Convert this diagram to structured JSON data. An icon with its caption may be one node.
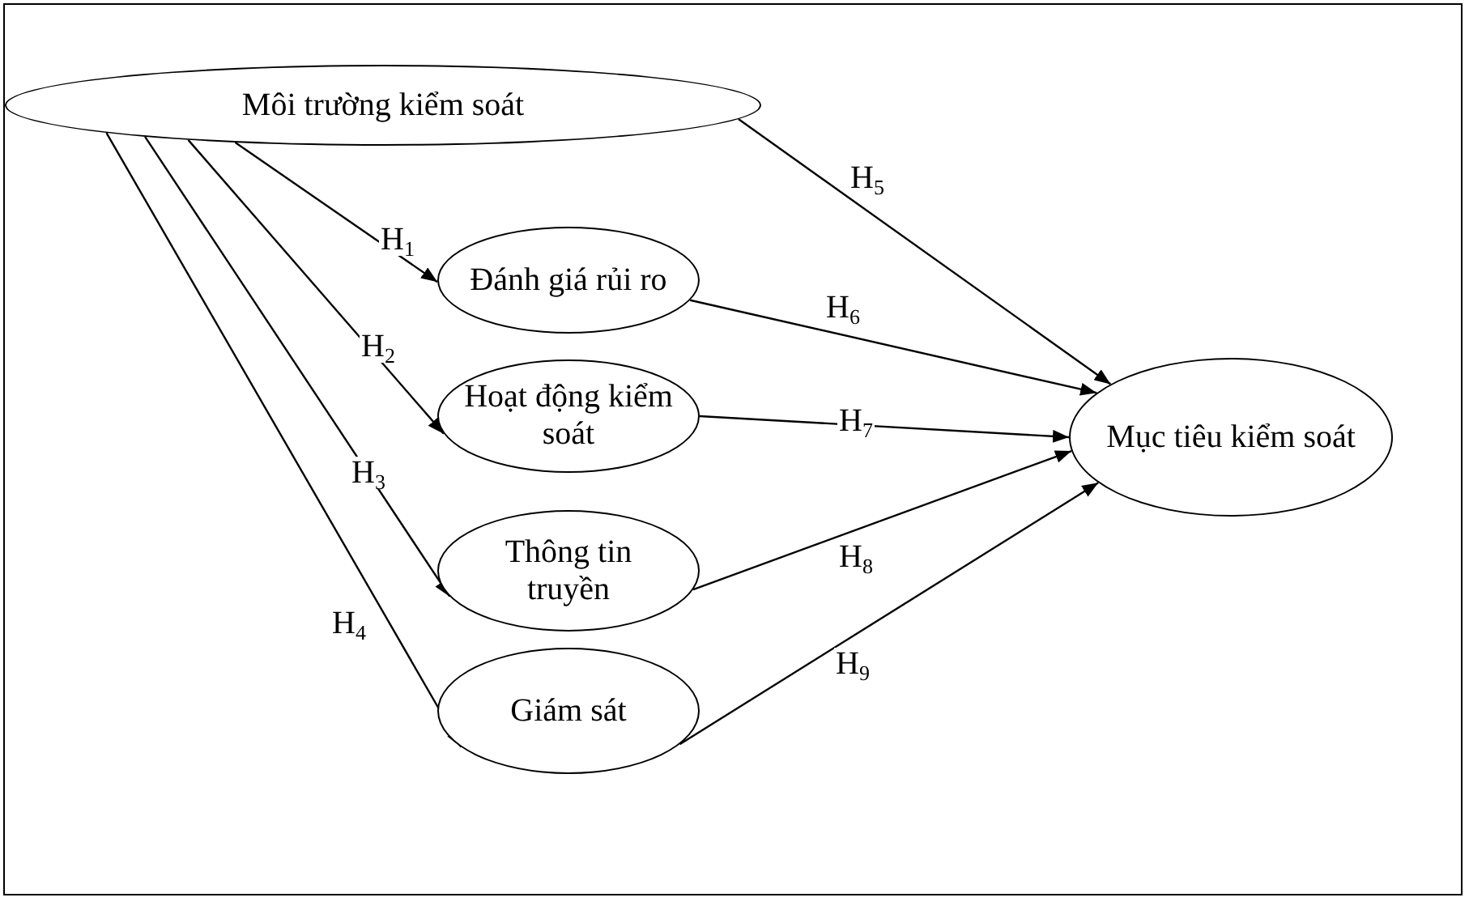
{
  "diagram": {
    "nodes": [
      {
        "text": [
          "Môi trường kiểm soát"
        ]
      },
      {
        "text": [
          "Đánh giá rủi ro"
        ]
      },
      {
        "text": [
          "Hoạt động kiểm soát"
        ]
      },
      {
        "text": [
          "Thông tin truyền"
        ]
      },
      {
        "text": [
          "Giám sát"
        ]
      },
      {
        "text": [
          "Mục tiêu kiểm soát"
        ]
      }
    ],
    "edges": [
      {
        "from": 0,
        "to": 1,
        "arrow": "to",
        "label": "H$_{1}$"
      },
      {
        "from": 0,
        "to": 2,
        "arrow": "to",
        "label": "H$_{2}$"
      },
      {
        "from": 0,
        "to": 3,
        "arrow": "to",
        "label": "H$_{3}$"
      },
      {
        "from": 0,
        "to": 4,
        "arrow": "to",
        "label": "H$_{4}$"
      },
      {
        "from": 0,
        "to": 5,
        "arrow": "to",
        "label": "H$_{5}$"
      },
      {
        "from": 1,
        "to": 5,
        "arrow": "to",
        "label": "H$_{6}$"
      },
      {
        "from": 2,
        "to": 5,
        "arrow": "to",
        "label": "H$_{7}$"
      },
      {
        "from": 3,
        "to": 5,
        "arrow": "to",
        "label": "H$_{8}$"
      },
      {
        "from": 4,
        "to": 5,
        "arrow": "to",
        "label": "H$_{9}$"
      }
    ]
  }
}
